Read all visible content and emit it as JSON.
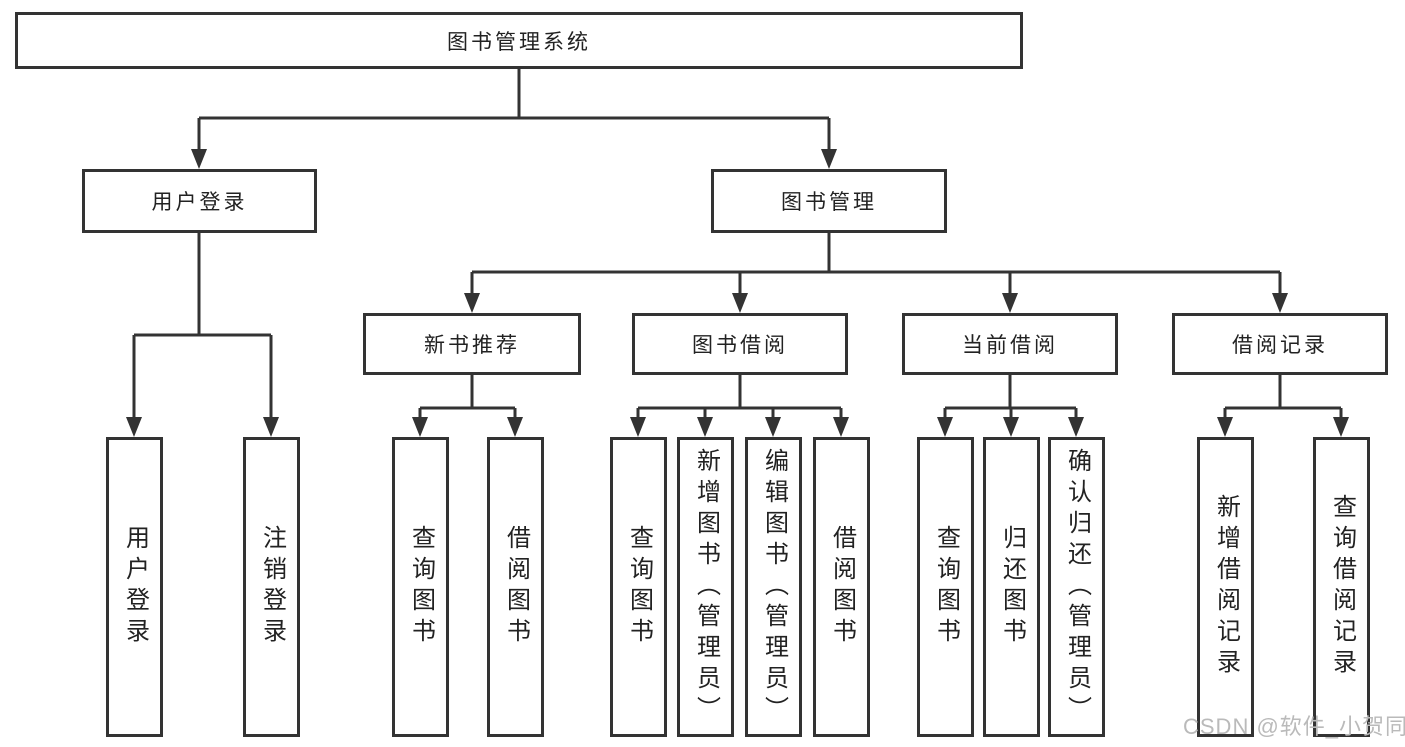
{
  "tree": {
    "label": "图书管理系统",
    "children": [
      {
        "label": "用户登录",
        "children": [
          {
            "label": "用户登录"
          },
          {
            "label": "注销登录"
          }
        ]
      },
      {
        "label": "图书管理",
        "children": [
          {
            "label": "新书推荐",
            "children": [
              {
                "label": "查询图书"
              },
              {
                "label": "借阅图书"
              }
            ]
          },
          {
            "label": "图书借阅",
            "children": [
              {
                "label": "查询图书"
              },
              {
                "label": "新增图书（管理员）"
              },
              {
                "label": "编辑图书（管理员）"
              },
              {
                "label": "借阅图书"
              }
            ]
          },
          {
            "label": "当前借阅",
            "children": [
              {
                "label": "查询图书"
              },
              {
                "label": "归还图书"
              },
              {
                "label": "确认归还（管理员）"
              }
            ]
          },
          {
            "label": "借阅记录",
            "children": [
              {
                "label": "新增借阅记录"
              },
              {
                "label": "查询借阅记录"
              }
            ]
          }
        ]
      }
    ]
  },
  "watermark": {
    "text": "CSDN @软件_小贺同学"
  },
  "colors": {
    "line": "#333333",
    "text": "#222222",
    "watermark": "#bababa",
    "background": "#ffffff"
  }
}
